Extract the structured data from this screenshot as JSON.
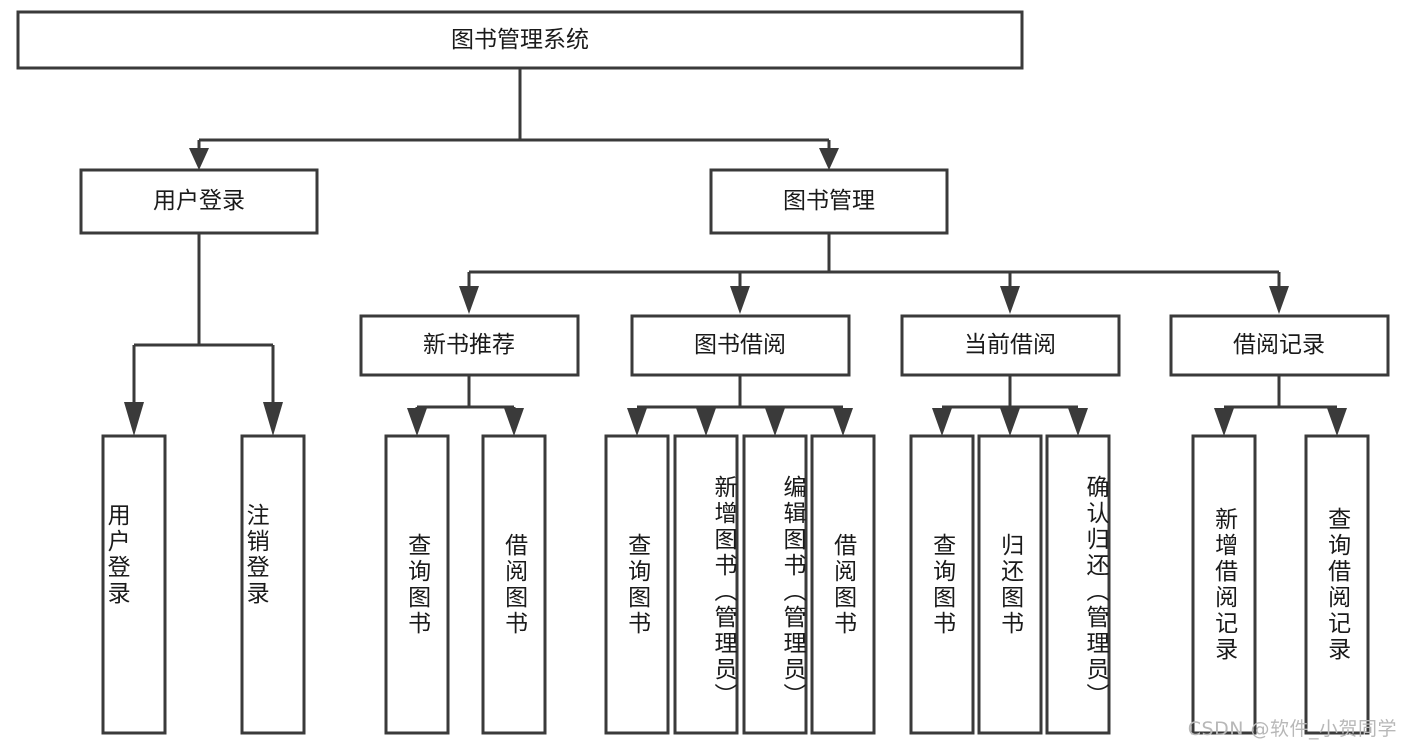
{
  "diagram": {
    "type": "tree-hierarchy-flowchart",
    "title": "图书管理系统",
    "orientation": "top-down",
    "root": {
      "id": "root",
      "label": "图书管理系统",
      "level": 1,
      "text_orientation": "horizontal"
    },
    "level2": [
      {
        "id": "user-login",
        "label": "用户登录",
        "level": 2,
        "text_orientation": "horizontal"
      },
      {
        "id": "book-manage",
        "label": "图书管理",
        "level": 2,
        "text_orientation": "horizontal"
      }
    ],
    "level3": [
      {
        "id": "new-book-rec",
        "label": "新书推荐",
        "level": 3,
        "parent": "book-manage",
        "text_orientation": "horizontal"
      },
      {
        "id": "book-borrow",
        "label": "图书借阅",
        "level": 3,
        "parent": "book-manage",
        "text_orientation": "horizontal"
      },
      {
        "id": "current-borrow",
        "label": "当前借阅",
        "level": 3,
        "parent": "book-manage",
        "text_orientation": "horizontal"
      },
      {
        "id": "borrow-record",
        "label": "借阅记录",
        "level": 3,
        "parent": "book-manage",
        "text_orientation": "horizontal"
      }
    ],
    "leaves": [
      {
        "id": "leaf-user-login",
        "label": "用户登录",
        "parent": "user-login",
        "align": "bottom"
      },
      {
        "id": "leaf-logout",
        "label": "注销登录",
        "parent": "user-login",
        "align": "bottom"
      },
      {
        "id": "leaf-query-book-1",
        "label": "查询图书",
        "parent": "new-book-rec",
        "align": "center"
      },
      {
        "id": "leaf-borrow-book-1",
        "label": "借阅图书",
        "parent": "new-book-rec",
        "align": "center"
      },
      {
        "id": "leaf-query-book-2",
        "label": "查询图书",
        "parent": "book-borrow",
        "align": "center"
      },
      {
        "id": "leaf-add-book",
        "label": "新增图书（管理员）",
        "parent": "book-borrow",
        "align": "top"
      },
      {
        "id": "leaf-edit-book",
        "label": "编辑图书（管理员）",
        "parent": "book-borrow",
        "align": "top"
      },
      {
        "id": "leaf-borrow-book-2",
        "label": "借阅图书",
        "parent": "book-borrow",
        "align": "center"
      },
      {
        "id": "leaf-query-book-3",
        "label": "查询图书",
        "parent": "current-borrow",
        "align": "center"
      },
      {
        "id": "leaf-return-book",
        "label": "归还图书",
        "parent": "current-borrow",
        "align": "center"
      },
      {
        "id": "leaf-confirm-return",
        "label": "确认归还（管理员）",
        "parent": "current-borrow",
        "align": "top"
      },
      {
        "id": "leaf-add-record",
        "label": "新增借阅记录",
        "parent": "borrow-record",
        "align": "center"
      },
      {
        "id": "leaf-query-record",
        "label": "查询借阅记录",
        "parent": "borrow-record",
        "align": "center"
      }
    ],
    "colors": {
      "box_stroke": "#3a3a3a",
      "box_fill": "#ffffff",
      "connector": "#3a3a3a",
      "text": "#1a1a1a",
      "background": "#ffffff",
      "watermark": "#b8b8b8"
    }
  },
  "watermark": {
    "text": "CSDN @软件_小贺同学"
  }
}
